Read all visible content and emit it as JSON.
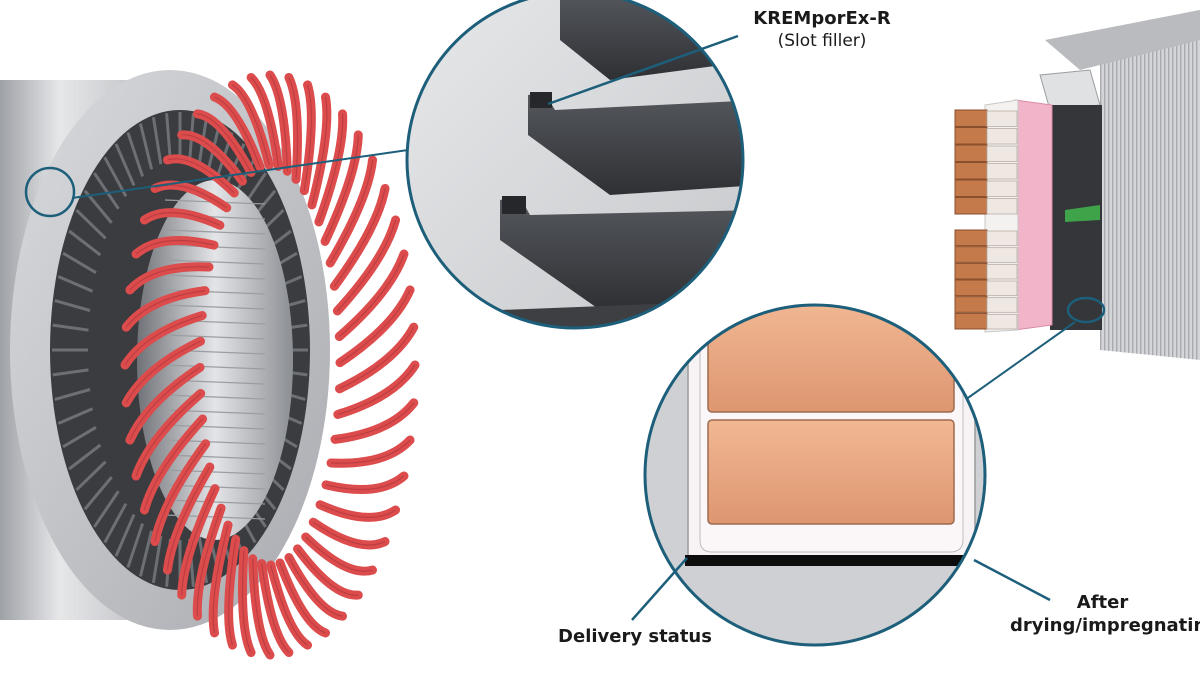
{
  "labels": {
    "slot_filler_name": "KREMporEx-R",
    "slot_filler_desc": "(Slot filler)",
    "delivery_status": "Delivery status",
    "after_line1": "After",
    "after_line2": "drying/impregnating"
  },
  "colors": {
    "callout_line": "#1d5f7a",
    "winding_red": "#dc4c4c",
    "lamination_dark": "#3a3c40",
    "stator_grey": "#c8cace",
    "copper": "#e7a680",
    "insulation_pink": "#f2b4c8",
    "brick": "#c47a4a",
    "green_strip": "#3fa34a"
  }
}
